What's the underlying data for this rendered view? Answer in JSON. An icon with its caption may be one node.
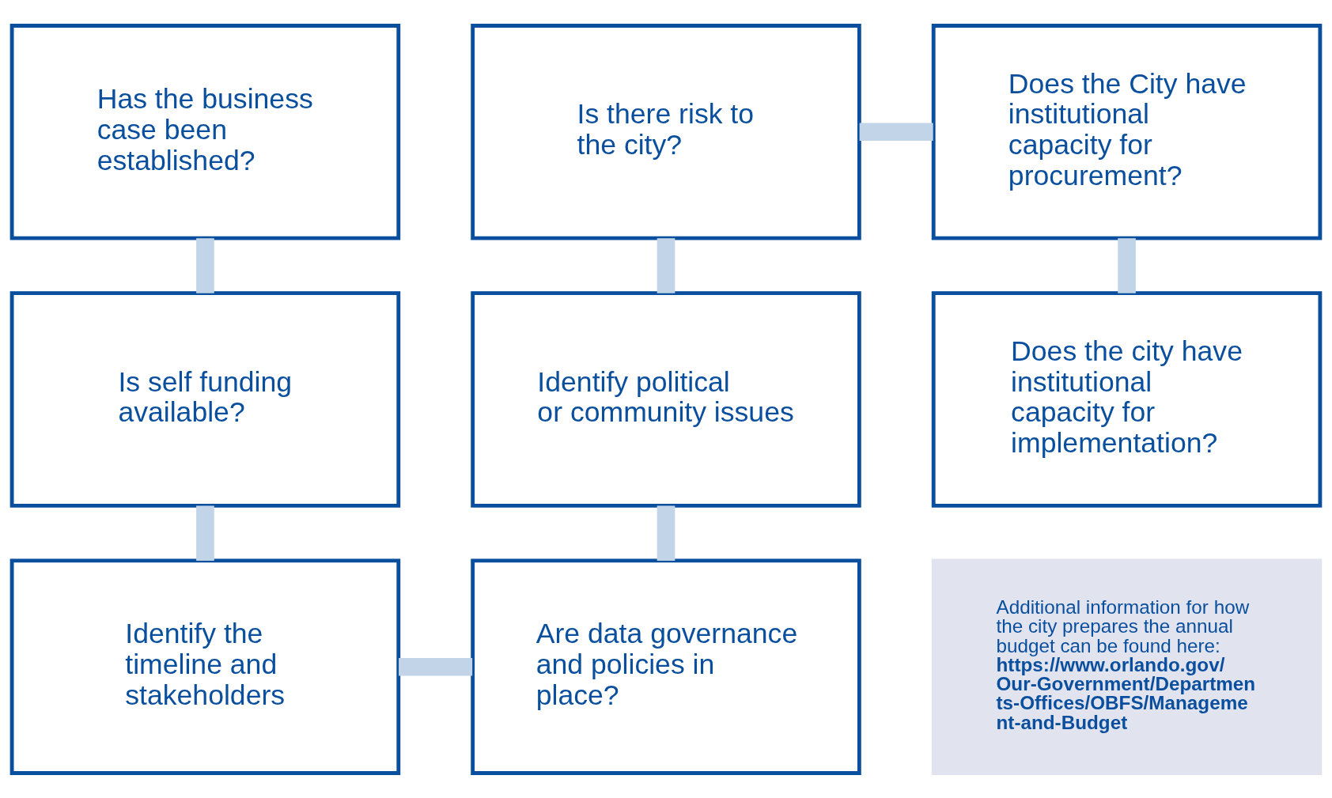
{
  "diagram": {
    "nodes": [
      {
        "text": [
          "Has the business case been established?"
        ]
      },
      {
        "text": [
          "Is there risk to the city?"
        ]
      },
      {
        "text": [
          "Does the City have institutional capacity for procurement?"
        ]
      },
      {
        "text": [
          "Is self funding available?"
        ]
      },
      {
        "text": [
          "Identify political or community issues"
        ]
      },
      {
        "text": [
          "Does the city have institutional capacity for implementation?"
        ]
      },
      {
        "text": [
          "Identify the timeline and stakeholders"
        ]
      },
      {
        "text": [
          "Are data governance and policies in place?"
        ]
      },
      {
        "text": [
          "Additional information for how the city prepares the annual budget can be found here: **https://www.orlando.gov/Our-Government/Departments-Offices/OBFS/Management-and-Budget**"
        ]
      }
    ],
    "edges": [
      {
        "from": 0,
        "to": 3,
        "arrow": "none"
      },
      {
        "from": 3,
        "to": 6,
        "arrow": "none"
      },
      {
        "from": 6,
        "to": 7,
        "arrow": "none"
      },
      {
        "from": 7,
        "to": 4,
        "arrow": "none"
      },
      {
        "from": 4,
        "to": 1,
        "arrow": "none"
      },
      {
        "from": 1,
        "to": 2,
        "arrow": "none"
      },
      {
        "from": 2,
        "to": 5,
        "arrow": "none"
      }
    ]
  }
}
